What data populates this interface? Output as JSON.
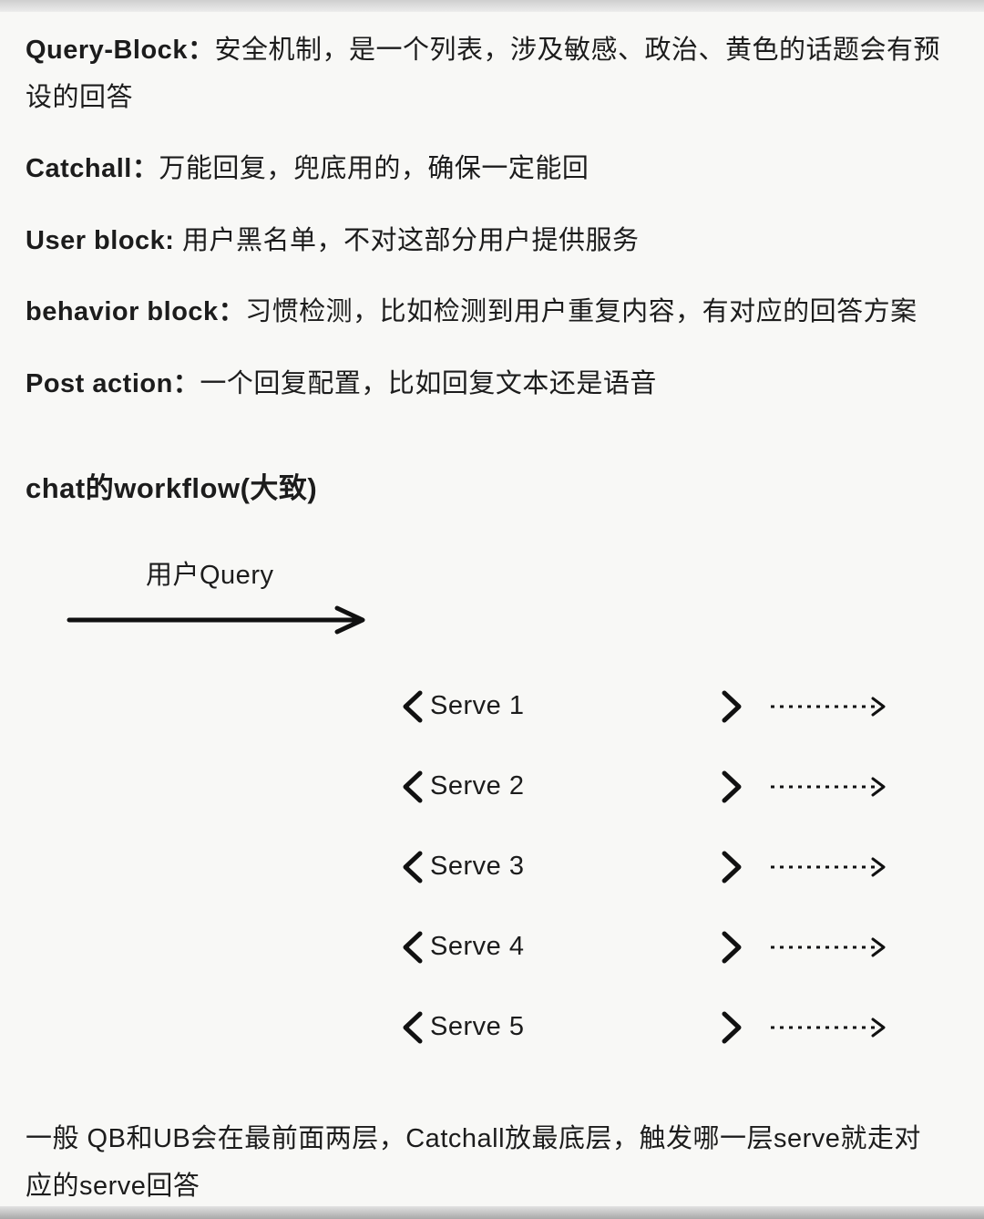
{
  "colors": {
    "background": "#f8f8f6",
    "text": "#1c1c1c",
    "stroke": "#111111"
  },
  "notes": [
    {
      "term": "Query-Block：",
      "desc": "安全机制，是一个列表，涉及敏感、政治、黄色的话题会有预设的回答"
    },
    {
      "term": "Catchall：",
      "desc": "万能回复，兜底用的，确保一定能回"
    },
    {
      "term": "User block:",
      "desc": " 用户黑名单，不对这部分用户提供服务"
    },
    {
      "term": "behavior block：",
      "desc": "习惯检测，比如检测到用户重复内容，有对应的回答方案"
    },
    {
      "term": "Post action：",
      "desc": "一个回复配置，比如回复文本还是语音"
    }
  ],
  "workflow": {
    "heading": "chat的workflow(大致)",
    "query_label": "用户Query",
    "serves": [
      "Serve 1",
      "Serve 2",
      "Serve 3",
      "Serve 4",
      "Serve 5"
    ]
  },
  "footer": "一般 QB和UB会在最前面两层，Catchall放最底层，触发哪一层serve就走对应的serve回答"
}
